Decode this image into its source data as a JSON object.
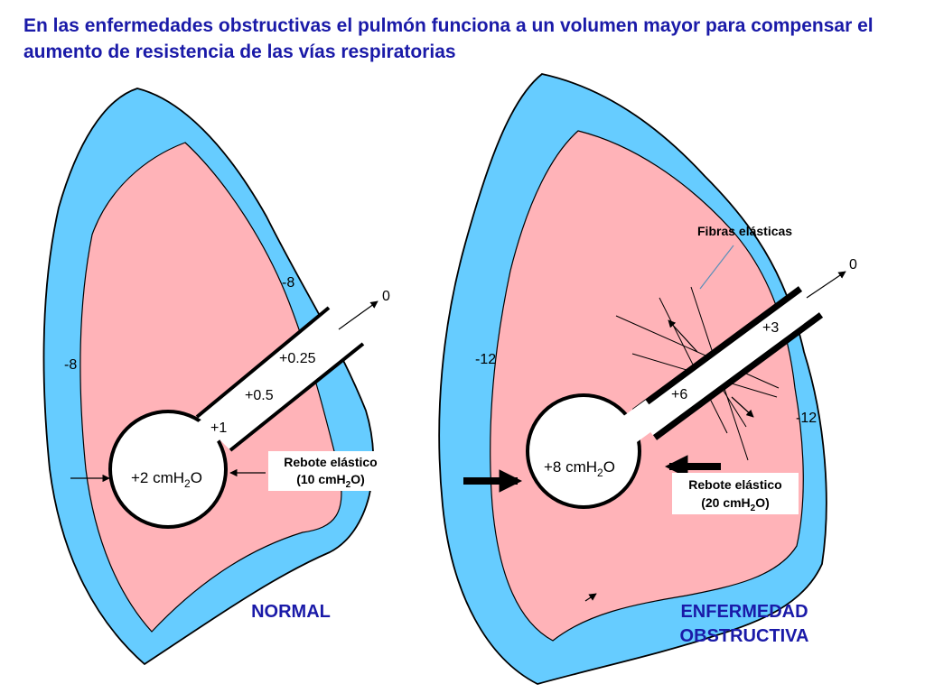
{
  "title": "En las enfermedades obstructivas el pulmón funciona a un volumen mayor para compensar el aumento de resistencia de las vías respiratorias",
  "colors": {
    "pleura": "#66ccff",
    "lung": "#ffb3b8",
    "title": "#1a1aa8"
  },
  "normal": {
    "caption": "NORMAL",
    "pleural_left": "-8",
    "pleural_top": "-8",
    "airway_outlet": "0",
    "p_025": "+0.25",
    "p_05": "+0.5",
    "p_1": "+1",
    "alveolar_value": "+2 cmH",
    "alveolar_sub": "2",
    "alveolar_unit": "O",
    "recoil_line1": "Rebote elástico",
    "recoil_line2_pre": "(10 cmH",
    "recoil_line2_sub": "2",
    "recoil_line2_post": "O)"
  },
  "obstructive": {
    "caption_line1": "ENFERMEDAD",
    "caption_line2": "OBSTRUCTIVA",
    "pleural_left": "-12",
    "pleural_right": "-12",
    "airway_outlet": "0",
    "p_3": "+3",
    "p_6": "+6",
    "alveolar_value": "+8 cmH",
    "alveolar_sub": "2",
    "alveolar_unit": "O",
    "fibers_label": "Fibras elásticas",
    "recoil_line1": "Rebote elástico",
    "recoil_line2_pre": "(20 cmH",
    "recoil_line2_sub": "2",
    "recoil_line2_post": "O)"
  }
}
